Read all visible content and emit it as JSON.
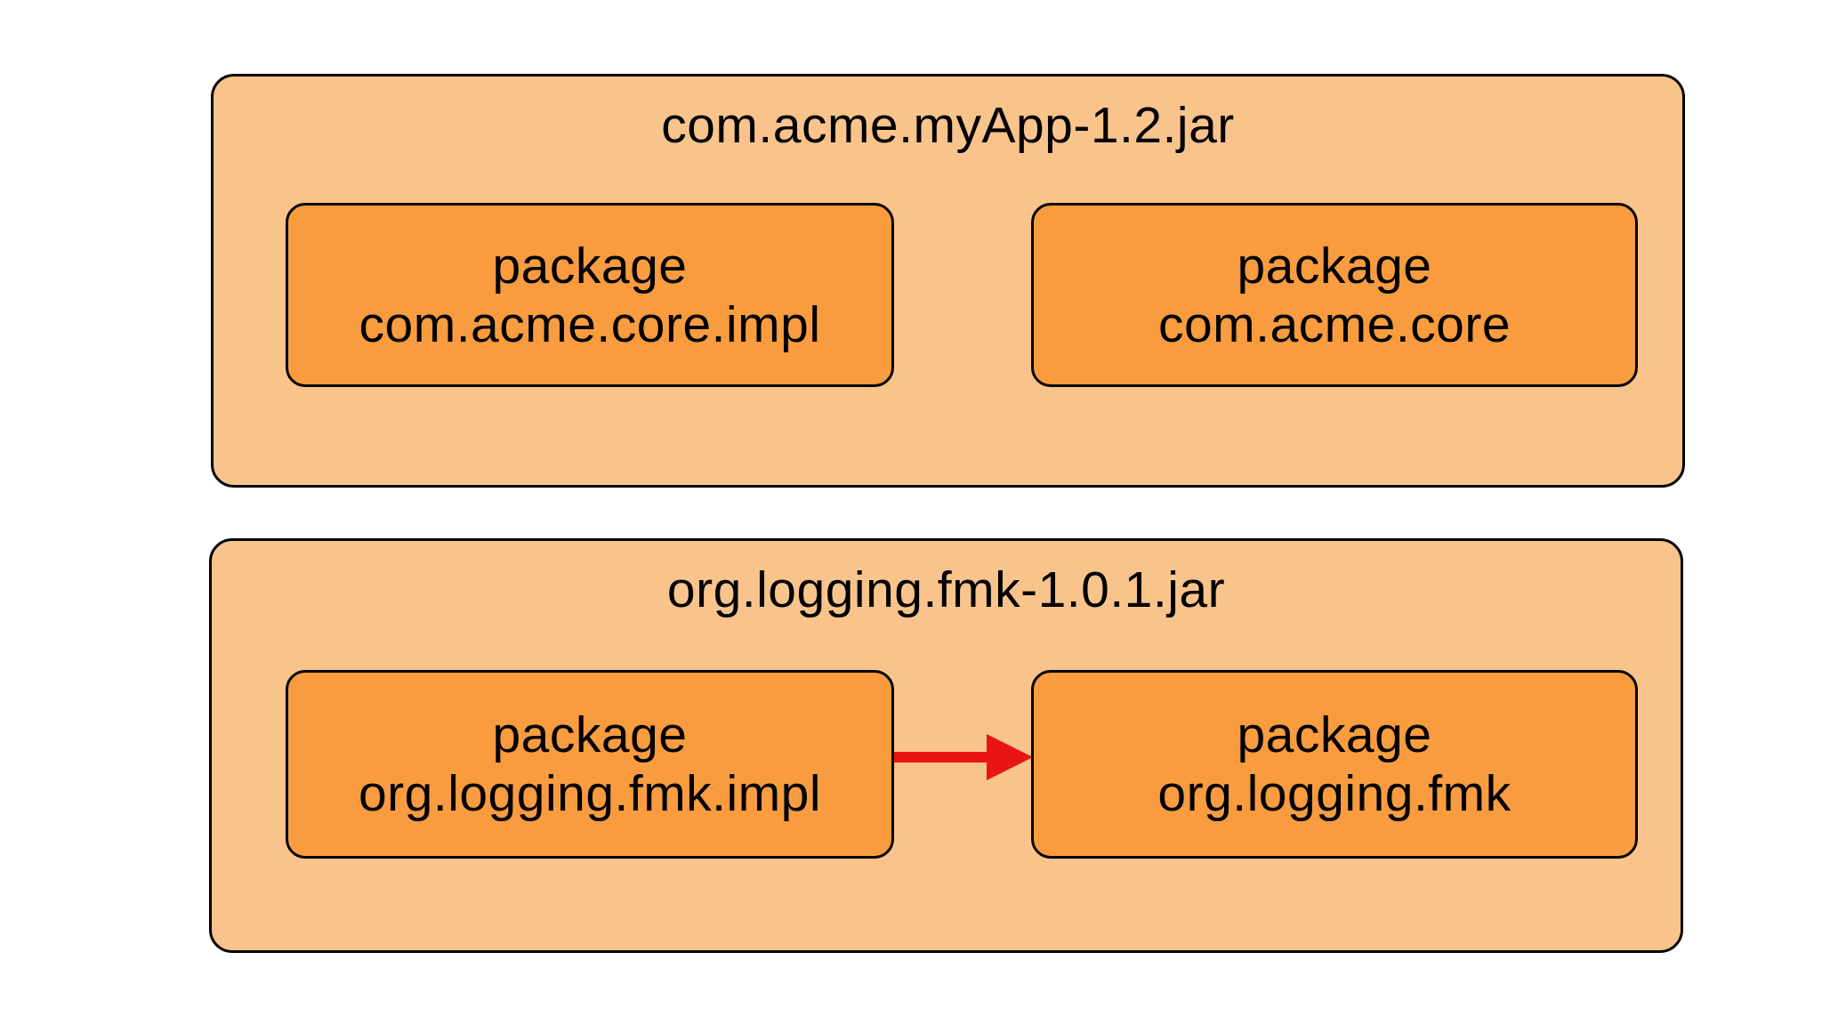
{
  "diagram": {
    "title_suffix": "",
    "jars": [
      {
        "title": "com.acme.myApp-1.2.jar",
        "packages": [
          {
            "line1": "package",
            "line2": "com.acme.core.impl"
          },
          {
            "line1": "package",
            "line2": "com.acme.core"
          }
        ]
      },
      {
        "title": "org.logging.fmk-1.0.1.jar",
        "packages": [
          {
            "line1": "package",
            "line2": "org.logging.fmk.impl"
          },
          {
            "line1": "package",
            "line2": "org.logging.fmk"
          }
        ],
        "dependency_arrow": {
          "from": "org.logging.fmk.impl",
          "to": "org.logging.fmk",
          "direction": "right"
        }
      }
    ],
    "colors": {
      "background": "#FFFFFF",
      "jar_fill": "#F9C48C",
      "package_fill": "#F89C3F",
      "border": "#000000",
      "arrow": "#E91515"
    }
  }
}
